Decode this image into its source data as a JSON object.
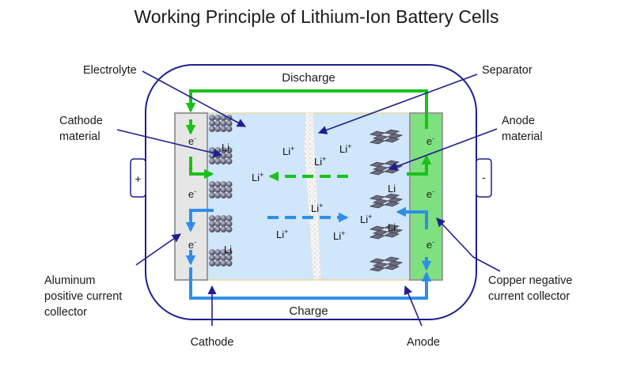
{
  "title": "Working Principle of Lithium-Ion Battery Cells",
  "flows": {
    "discharge": "Discharge",
    "charge": "Charge"
  },
  "terminals": {
    "positive": "+",
    "negative": "-"
  },
  "callouts": {
    "electrolyte": "Electrolyte",
    "separator": "Separator",
    "cathode_material": [
      "Cathode",
      "material"
    ],
    "anode_material": [
      "Anode",
      "material"
    ],
    "aluminum_collector": [
      "Aluminum",
      "positive current",
      "collector"
    ],
    "copper_collector": [
      "Copper negative",
      "current collector"
    ],
    "cathode": "Cathode",
    "anode": "Anode"
  },
  "ion_labels": {
    "li_ion": "Li",
    "li_ion_sup": "+",
    "li_atom": "Li",
    "electron": "e",
    "electron_sup": "-"
  },
  "colors": {
    "discharge": "#19c219",
    "charge": "#2f8ee8",
    "electrolyte": "#cfe6fb",
    "anode_collector": "#7fe07f",
    "cathode_collector": "#e6e6e6",
    "outline": "#1f1f8f"
  }
}
